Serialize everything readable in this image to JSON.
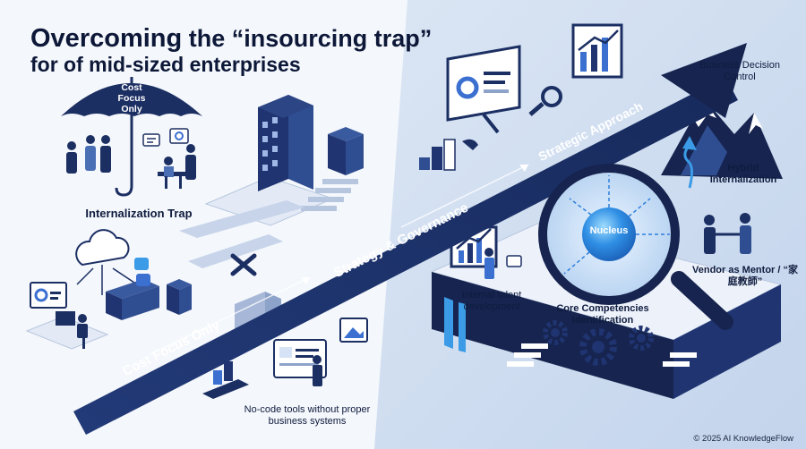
{
  "title": {
    "word_overcoming": "Overcoming",
    "word_the": " the ",
    "word_trap": "“insourcing trap”",
    "line2": "for of mid-sized enterprises"
  },
  "labels": {
    "umbrella": "Cost Focus Only",
    "internalization_trap": "Internalization Trap",
    "no_code": "No-code tools without proper business systems",
    "business_decision": "Business Decision Control",
    "hybrid": "Hybrid Internalization",
    "nucleus": "Nucleus",
    "vendor_mentor": "Vendor as Mentor / “家庭教師”",
    "internal_talent": "Internal talent development",
    "core_competencies": "Core Competencies Identification"
  },
  "arrow": {
    "cost_focus": "Cost Focus Only",
    "strategy_governance": "Strategy & Governance",
    "strategic_approach": "Strategic Approach"
  },
  "footer": {
    "copyright": "© 2025 AI KnowledgeFlow"
  },
  "colors": {
    "navy": "#1c2f63",
    "deep_navy": "#16244f",
    "mid_blue": "#3f63ad",
    "light_blue": "#d9e5f4",
    "cyan": "#3b9be6",
    "left_bg": "#f4f7fb",
    "right_bg": "#cfdcef"
  }
}
